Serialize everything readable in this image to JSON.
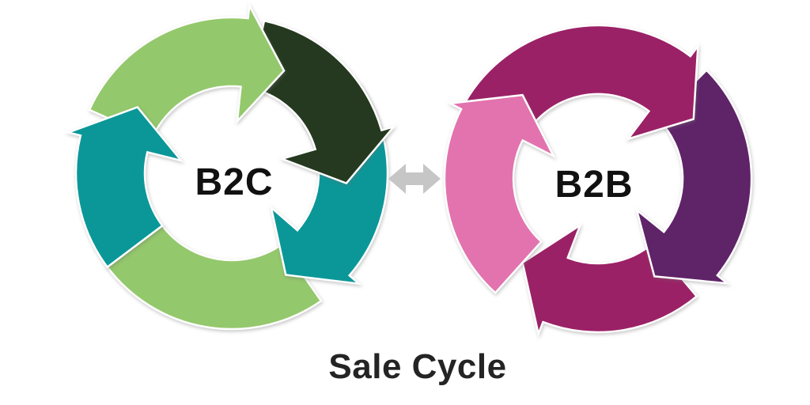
{
  "title": {
    "text": "Sale Cycle",
    "color": "#242424"
  },
  "labels_color": "#111111",
  "exchange_arrow": {
    "icon": "double-headed-horizontal-arrow",
    "color": "#C6C6C6"
  },
  "cycles": [
    {
      "id": "b2c",
      "label": "B2C",
      "arrows": [
        {
          "name": "bottom-arc",
          "color": "#94C86C",
          "start": 145,
          "end": 233,
          "head": false
        },
        {
          "name": "right-arrow",
          "color": "#0B9798",
          "start": 55,
          "end": 152,
          "head": true
        },
        {
          "name": "upper-right-arrow",
          "color": "#24391F",
          "start": 12,
          "end": 95,
          "head": true
        },
        {
          "name": "top-arrow",
          "color": "#94C86C",
          "start": 294,
          "end": 387,
          "head": true
        },
        {
          "name": "left-arrow",
          "color": "#0B9798",
          "start": 233,
          "end": 305,
          "head": true
        }
      ]
    },
    {
      "id": "b2b",
      "label": "B2B",
      "arrows": [
        {
          "name": "bottom-arrow",
          "color": "#9B2166",
          "start": 140,
          "end": 222,
          "head": true
        },
        {
          "name": "right-arrow",
          "color": "#5F2368",
          "start": 45,
          "end": 150,
          "head": true
        },
        {
          "name": "top-arrow",
          "color": "#9B2166",
          "start": 300,
          "end": 418,
          "head": true
        },
        {
          "name": "left-arrow",
          "color": "#E273AE",
          "start": 222,
          "end": 318,
          "head": true
        }
      ]
    }
  ]
}
